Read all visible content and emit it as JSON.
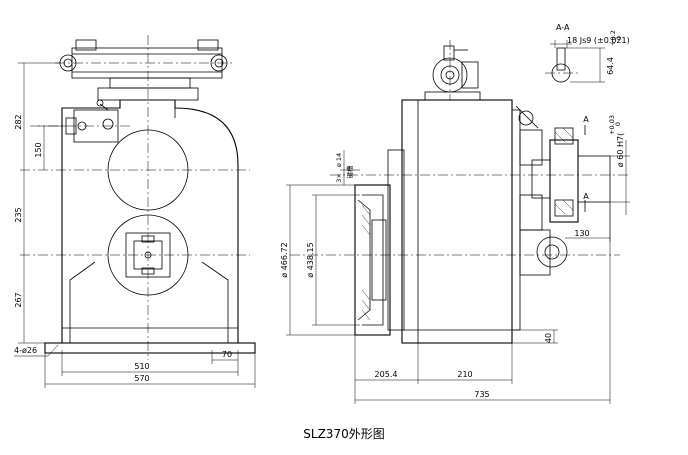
{
  "caption": "SLZ370外形图",
  "front_view": {
    "dim_282": "282",
    "dim_150": "150",
    "dim_235": "235",
    "dim_267": "267",
    "dim_510": "510",
    "dim_570": "570",
    "dim_70": "70",
    "holes": "4-ø26"
  },
  "side_view": {
    "dim_14": "ø 14",
    "wedge": "3×",
    "keyway": "键槽",
    "dia_466": "ø 466.72",
    "dia_438": "ø 438.15",
    "dia_60": "ø 60 H7(",
    "tol_60_up": "+0.03",
    "tol_60_lo": "0",
    "dim_130": "130",
    "dim_40": "40",
    "dim_205": "205.4",
    "dim_210": "210",
    "dim_735": "735",
    "section_A1": "A",
    "section_A2": "A"
  },
  "section_view": {
    "title": "A-A",
    "keyway_dim": "18 Js9 (±0.021)",
    "depth_dim": "64.4",
    "depth_tol_up": "+0.2",
    "depth_tol_lo": "0"
  }
}
